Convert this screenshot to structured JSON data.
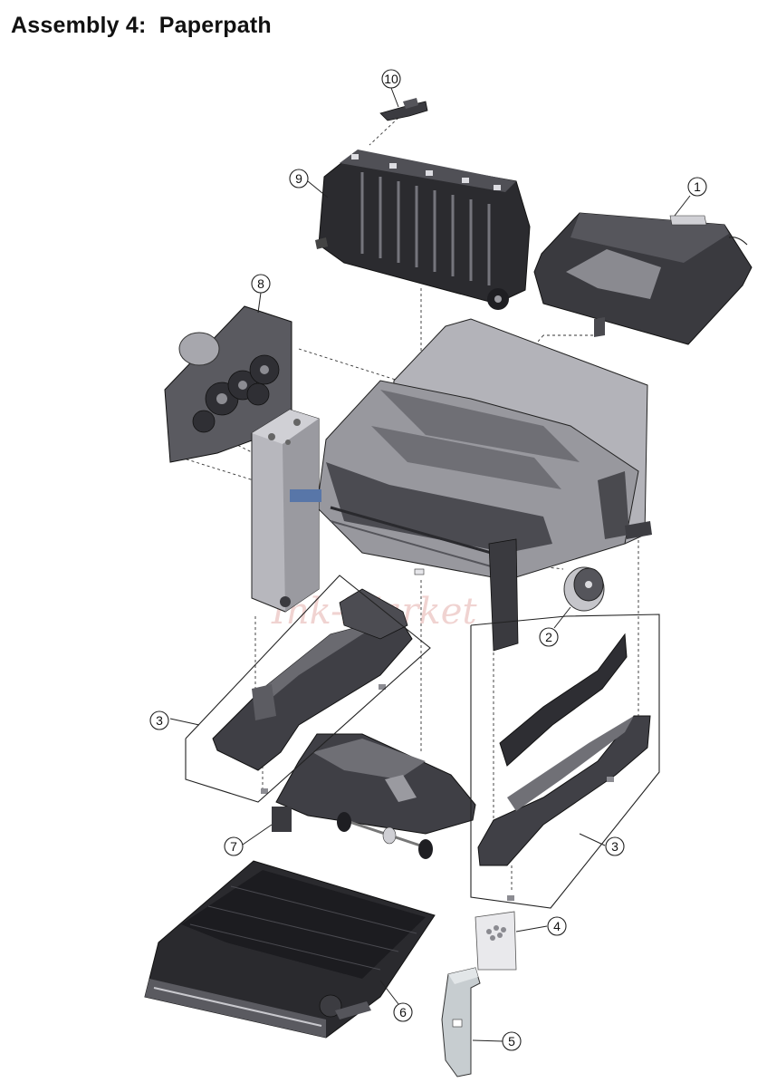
{
  "page": {
    "title": "Assembly 4:  Paperpath"
  },
  "diagram": {
    "callouts": [
      {
        "id": "c10",
        "label": "10",
        "part": "small-bracket"
      },
      {
        "id": "c9",
        "label": "9",
        "part": "fuser-assembly"
      },
      {
        "id": "c1",
        "label": "1",
        "part": "top-housing-unit"
      },
      {
        "id": "c8",
        "label": "8",
        "part": "drive-gear-assembly"
      },
      {
        "id": "c2",
        "label": "2",
        "part": "motor"
      },
      {
        "id": "c3a",
        "label": "3",
        "part": "left-paper-guide-group"
      },
      {
        "id": "c3b",
        "label": "3",
        "part": "right-paper-guide-group"
      },
      {
        "id": "c7",
        "label": "7",
        "part": "pick-roller-assembly"
      },
      {
        "id": "c4",
        "label": "4",
        "part": "screw-kit-bag"
      },
      {
        "id": "c6",
        "label": "6",
        "part": "transfer-belt-unit"
      },
      {
        "id": "c5",
        "label": "5",
        "part": "metal-bracket"
      }
    ],
    "watermark": {
      "text": "Ink-Market",
      "logo": "ink-drops-logo"
    },
    "colors": {
      "part_dark": "#2b2b2f",
      "part_mid": "#6a6a70",
      "part_light": "#b9b9bf",
      "frame": "#9a9aa0",
      "watermark": "#e3a9a5"
    }
  }
}
